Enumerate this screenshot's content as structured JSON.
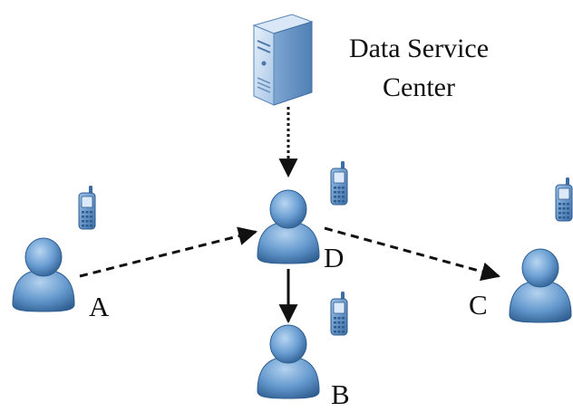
{
  "server": {
    "label_line1": "Data Service",
    "label_line2": "Center",
    "icon": "server-tower-icon"
  },
  "nodes": {
    "A": {
      "label": "A",
      "icon": "user-icon",
      "has_phone": true
    },
    "B": {
      "label": "B",
      "icon": "user-icon",
      "has_phone": true
    },
    "C": {
      "label": "C",
      "icon": "user-icon",
      "has_phone": true
    },
    "D": {
      "label": "D",
      "icon": "user-icon",
      "has_phone": true
    }
  },
  "edges": [
    {
      "from": "server",
      "to": "D",
      "style": "dotted"
    },
    {
      "from": "A",
      "to": "D",
      "style": "dashed"
    },
    {
      "from": "D",
      "to": "C",
      "style": "dashed"
    },
    {
      "from": "D",
      "to": "B",
      "style": "solid"
    }
  ],
  "colors": {
    "user_fill": "#5b8fc7",
    "user_light": "#a9cbea",
    "user_dark": "#2f5f93",
    "phone_fill": "#6a9cd3",
    "server_fill": "#c9dbef",
    "line": "#111111"
  }
}
